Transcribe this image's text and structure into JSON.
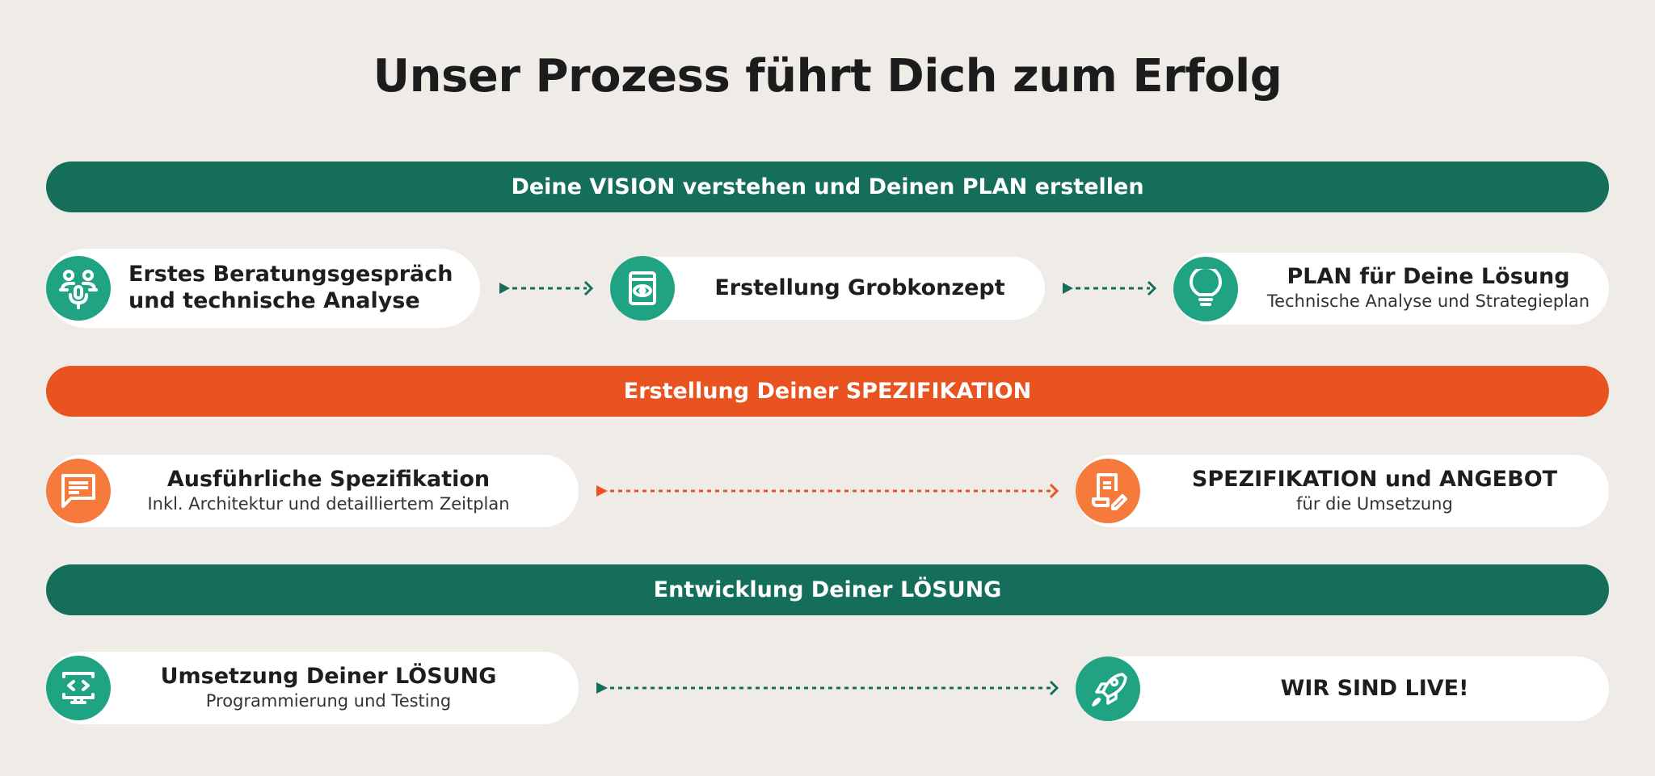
{
  "title": "Unser Prozess führt Dich zum Erfolg",
  "colors": {
    "background": "#efebe7",
    "green_band": "#156e5a",
    "orange_band": "#e8531f",
    "green_icon": "#1fa382",
    "orange_icon": "#f57a3c"
  },
  "phases": [
    {
      "label": "Deine VISION verstehen und Deinen PLAN erstellen",
      "color": "green",
      "steps": [
        {
          "icon": "consultation-microphone-icon",
          "title_line1": "Erstes Beratungsgespräch",
          "title_line2": "und technische Analyse"
        },
        {
          "icon": "concept-eye-icon",
          "title": "Erstellung Grobkonzept"
        },
        {
          "icon": "lightbulb-icon",
          "title": "PLAN für Deine Lösung",
          "subtitle": "Technische Analyse und Strategieplan"
        }
      ]
    },
    {
      "label": "Erstellung Deiner SPEZIFIKATION",
      "color": "orange",
      "steps": [
        {
          "icon": "chat-document-icon",
          "title": "Ausführliche Spezifikation",
          "subtitle": "Inkl. Architektur und detailliertem Zeitplan"
        },
        {
          "icon": "contract-pen-icon",
          "title": "SPEZIFIKATION und ANGEBOT",
          "subtitle": "für die Umsetzung"
        }
      ]
    },
    {
      "label": "Entwicklung Deiner LÖSUNG",
      "color": "green",
      "steps": [
        {
          "icon": "code-monitor-icon",
          "title": "Umsetzung Deiner LÖSUNG",
          "subtitle": "Programmierung und Testing"
        },
        {
          "icon": "rocket-icon",
          "title": "WIR SIND LIVE!"
        }
      ]
    }
  ]
}
